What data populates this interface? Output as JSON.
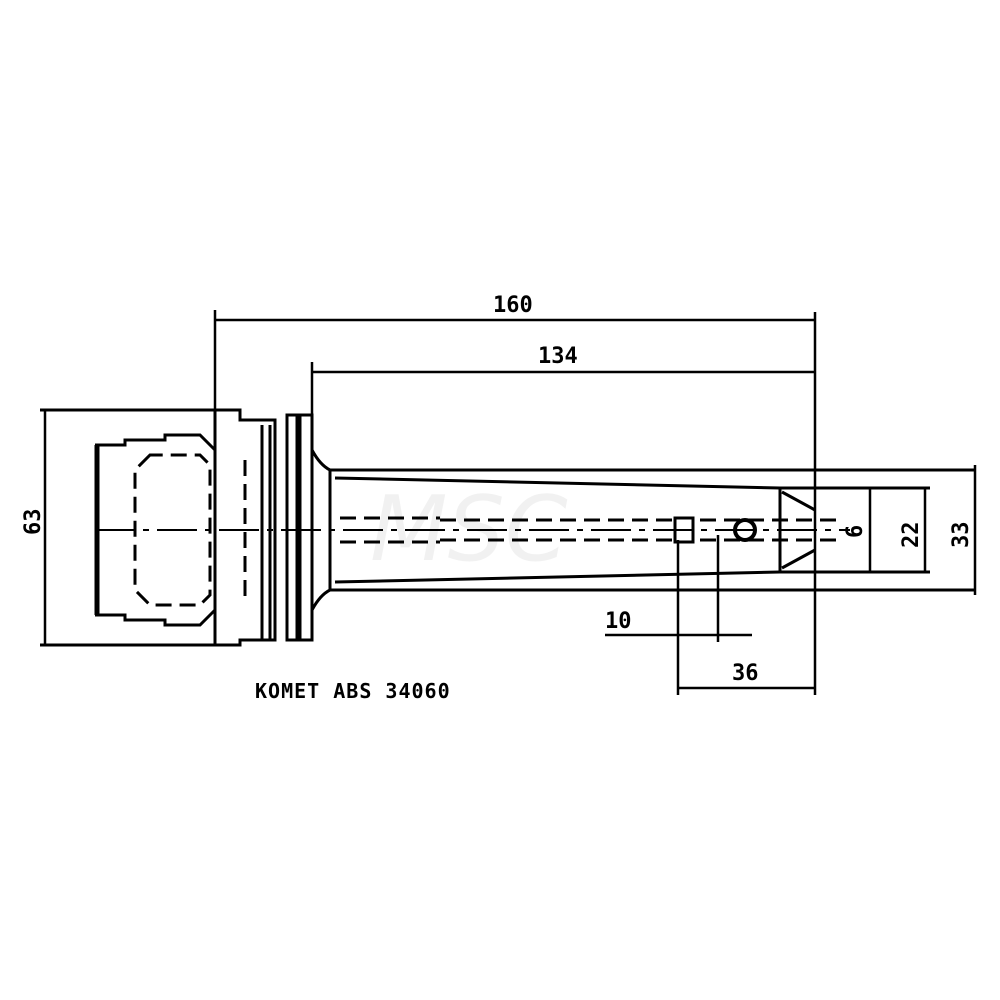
{
  "drawing": {
    "dimensions": {
      "overall_length": "160",
      "shank_length": "134",
      "flange_diameter": "63",
      "shank_diameter": "33",
      "bore_diameter": "22",
      "inner_diameter": "6",
      "screw_offset": "10",
      "bore_depth": "36"
    },
    "part_label": "KOMET ABS 34060",
    "watermark": "MSC",
    "line_color": "#000000",
    "background": "#ffffff"
  }
}
